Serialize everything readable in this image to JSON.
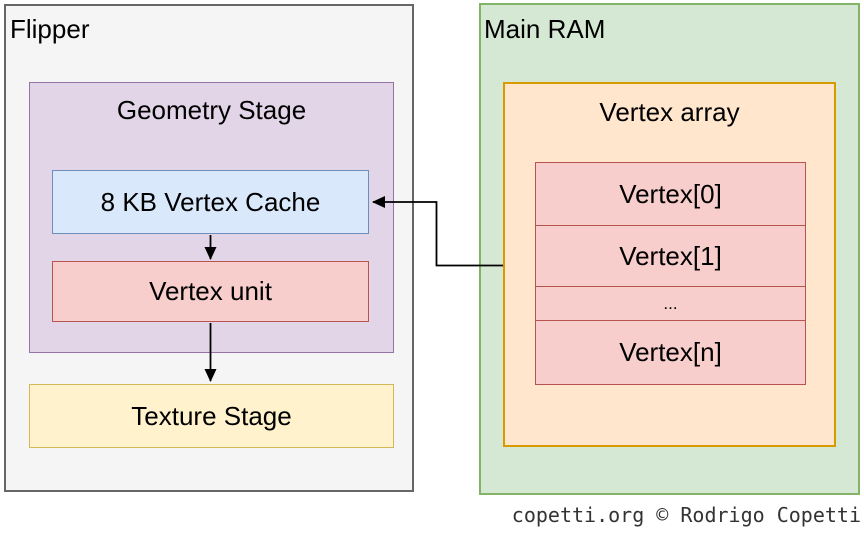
{
  "flipper": {
    "title": "Flipper",
    "geometry_stage": {
      "title": "Geometry Stage",
      "vertex_cache_label": "8 KB Vertex Cache",
      "vertex_unit_label": "Vertex unit"
    },
    "texture_stage_label": "Texture Stage"
  },
  "main_ram": {
    "title": "Main RAM",
    "vertex_array": {
      "title": "Vertex array",
      "items": [
        "Vertex[0]",
        "Vertex[1]",
        "...",
        "Vertex[n]"
      ]
    }
  },
  "footer": {
    "credit": "copetti.org © Rodrigo Copetti"
  },
  "colors": {
    "flipper_fill": "#f5f5f5",
    "flipper_border": "#666666",
    "geometry_fill": "#e1d5e7",
    "geometry_border": "#9673a6",
    "cache_fill": "#dae8fc",
    "cache_border": "#6c8ebf",
    "red_fill": "#f8cecc",
    "red_border": "#b85450",
    "texture_fill": "#fff2cc",
    "texture_border": "#d6b656",
    "ram_fill": "#d5e8d4",
    "ram_border": "#82b366",
    "array_fill": "#ffe6cc",
    "array_border": "#d79b00",
    "arrow": "#000000"
  }
}
